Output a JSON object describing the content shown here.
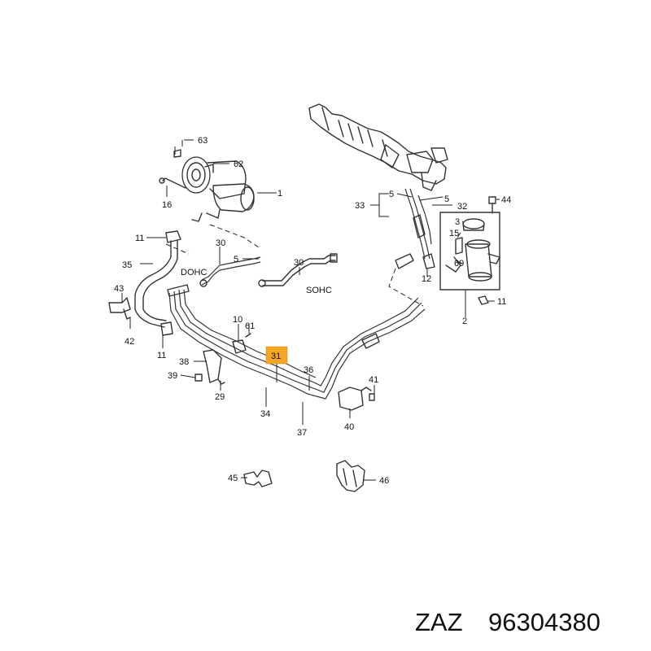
{
  "labels": {
    "l63": "63",
    "l62": "62",
    "l1": "1",
    "l16": "16",
    "l11a": "11",
    "l30a": "30",
    "l5a": "5",
    "l35": "35",
    "dohc": "DOHC",
    "l30b": "30",
    "sohc": "SOHC",
    "l43": "43",
    "l42": "42",
    "l11b": "11",
    "l10": "10",
    "l61": "61",
    "l38": "38",
    "l39": "39",
    "l29": "29",
    "l31": "31",
    "l34": "34",
    "l36": "36",
    "l37": "37",
    "l41": "41",
    "l40": "40",
    "l33": "33",
    "l5b": "5",
    "l5c": "5",
    "l32": "32",
    "l44": "44",
    "l3": "3",
    "l15": "15",
    "l69": "69",
    "l12": "12",
    "l11c": "11",
    "l2": "2",
    "l45": "45",
    "l46": "46"
  },
  "highlight": {
    "label": "31",
    "color": "#f5a623"
  },
  "footer": {
    "brand": "ZAZ",
    "part_number": "96304380"
  }
}
